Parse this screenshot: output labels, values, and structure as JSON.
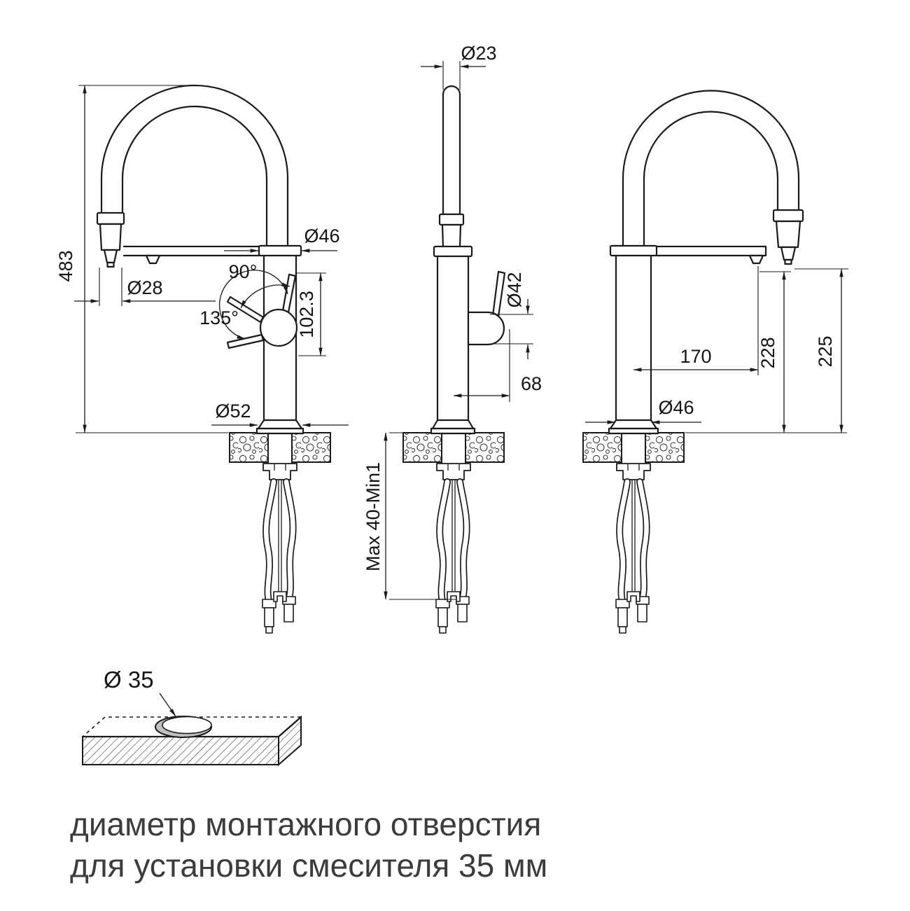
{
  "front_view": {
    "height": "483",
    "spray_diameter": "Ø28",
    "top_diameter": "Ø46",
    "angle_small": "90°",
    "angle_large": "135°",
    "handle_length": "102.3",
    "base_diameter": "Ø52"
  },
  "side_view": {
    "spout_diameter": "Ø23",
    "handle_diameter": "Ø42",
    "handle_offset": "68",
    "counter_thickness": "Max 40-Min1"
  },
  "rear_view": {
    "spout_reach": "170",
    "outlet_height": "228",
    "spray_height": "225",
    "body_diameter": "Ø46"
  },
  "mounting_detail": {
    "hole_diameter": "Ø 35",
    "caption_line1": "диаметр монтажного отверстия",
    "caption_line2": "для установки смесителя 35 мм"
  },
  "colors": {
    "line": "#1a1a1a",
    "caption_text": "#3c3c3c",
    "background": "#ffffff"
  }
}
